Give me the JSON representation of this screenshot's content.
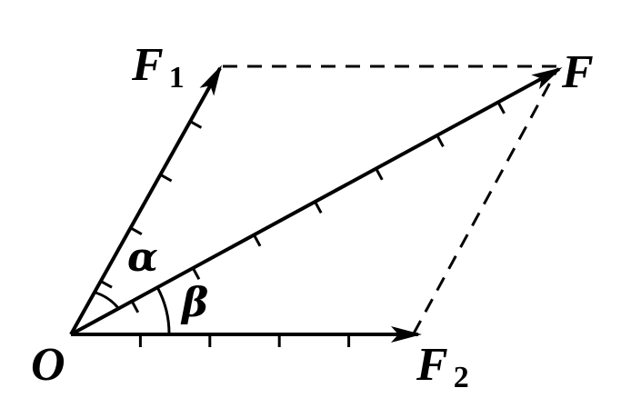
{
  "labels": {
    "origin": "O",
    "f1_main": "F",
    "f1_sub": "1",
    "f2_main": "F",
    "f2_sub": "2",
    "resultant": "F",
    "alpha": "α",
    "beta": "β"
  },
  "ticks": {
    "f1_count": 4,
    "f2_count": 4,
    "f_count": 7
  },
  "colors": {
    "stroke": "#000000",
    "background": "#ffffff"
  }
}
